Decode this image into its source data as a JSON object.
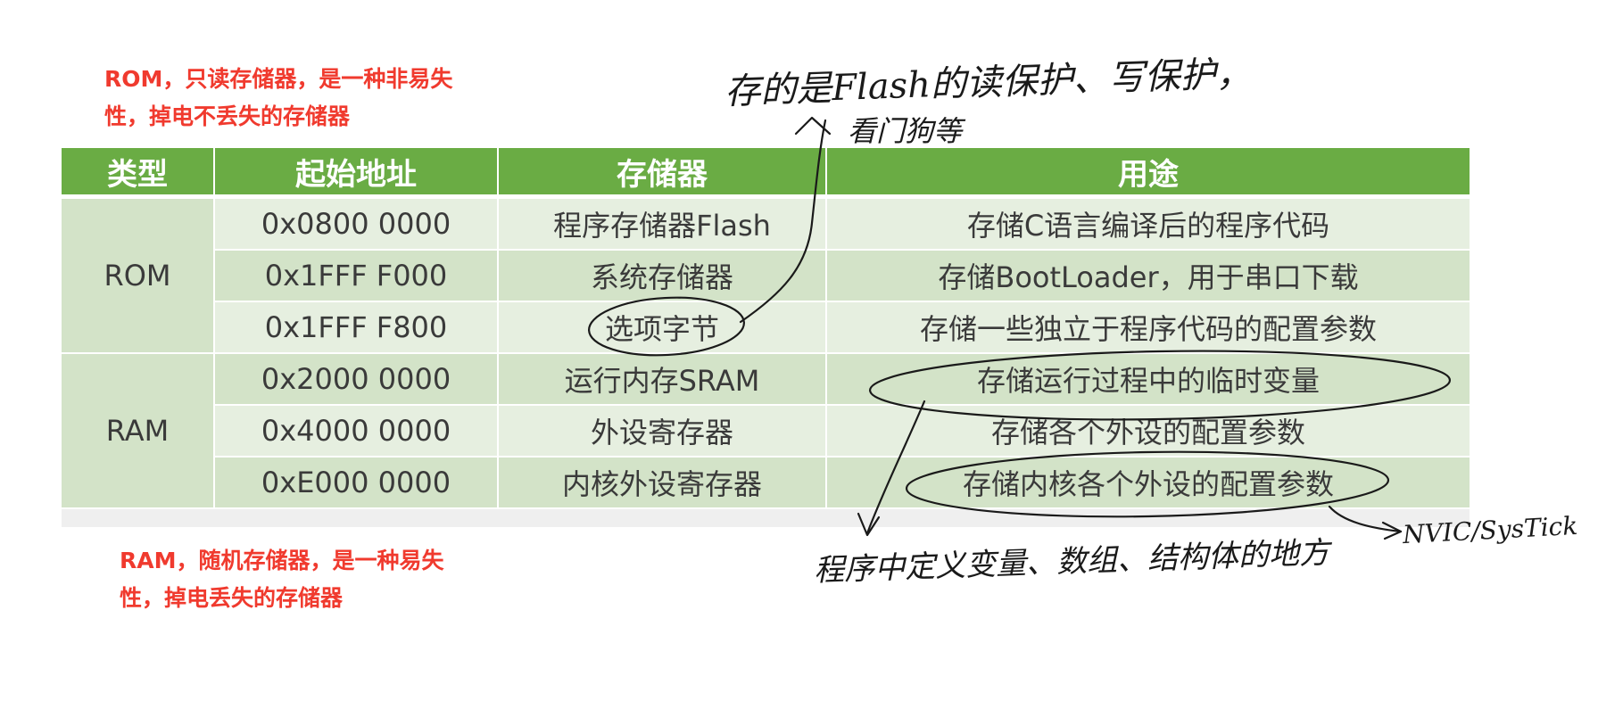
{
  "notes": {
    "rom": "ROM，只读存储器，是一种非易失\n性，掉电不丢失的存储器",
    "ram": "RAM，随机存储器，是一种易失\n性，掉电丢失的存储器"
  },
  "table": {
    "headers": [
      "类型",
      "起始地址",
      "存储器",
      "用途"
    ],
    "groups": [
      {
        "type": "ROM",
        "rows": [
          {
            "address": "0x0800 0000",
            "memory": "程序存储器Flash",
            "usage": "存储C语言编译后的程序代码"
          },
          {
            "address": "0x1FFF F000",
            "memory": "系统存储器",
            "usage": "存储BootLoader，用于串口下载"
          },
          {
            "address": "0x1FFF F800",
            "memory": "选项字节",
            "usage": "存储一些独立于程序代码的配置参数"
          }
        ]
      },
      {
        "type": "RAM",
        "rows": [
          {
            "address": "0x2000 0000",
            "memory": "运行内存SRAM",
            "usage": "存储运行过程中的临时变量"
          },
          {
            "address": "0x4000 0000",
            "memory": "外设寄存器",
            "usage": "存储各个外设的配置参数"
          },
          {
            "address": "0xE000 0000",
            "memory": "内核外设寄存器",
            "usage": "存储内核各个外设的配置参数"
          }
        ]
      }
    ]
  },
  "handwriting": {
    "flash_note": "存的是Flash的读保护、写保护，",
    "watchdog_note": "看门狗等",
    "variables_note": "程序中定义变量、数组、结构体的地方",
    "nvic_note": "NVIC/SysTick"
  },
  "colors": {
    "header_green": "#6aac44",
    "row_light": "#e6efe0",
    "row_dark": "#d3e3c8",
    "note_red": "#f03a2e",
    "ink": "#1a1a1a"
  }
}
